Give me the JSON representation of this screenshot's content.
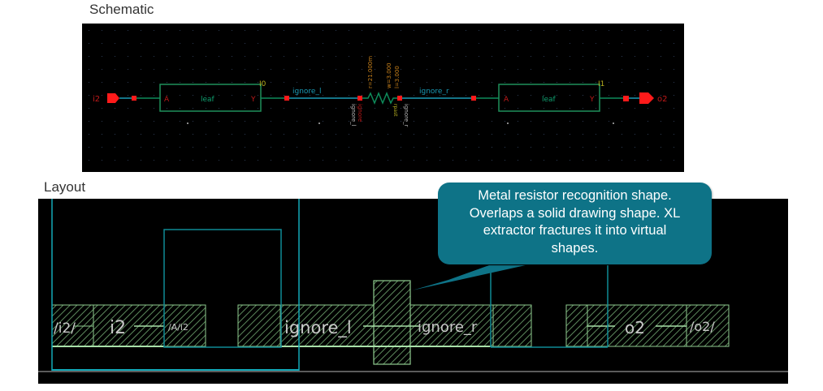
{
  "labels": {
    "schematic": "Schematic",
    "layout": "Layout"
  },
  "colors": {
    "canvas_bg": "#000000",
    "wire_green": "#0e8a5a",
    "net_blue": "#1a9ab5",
    "pin_red": "#ff1a1a",
    "instance_box": "#1f8f5a",
    "instance_label": "#0fa070",
    "pin_text": "#c21a1a",
    "inst_name": "#b8b020",
    "param_orange": "#c8801a",
    "layout_cyan": "#12a9b8",
    "metal_green": "#8fcc8f",
    "callout_bg": "#0e7387"
  },
  "schematic": {
    "input_pin": "i2",
    "output_pin": "o2",
    "instances": [
      {
        "name": "I0",
        "cell": "leaf",
        "in_pin": "A",
        "out_pin": "Y"
      },
      {
        "name": "I1",
        "cell": "leaf",
        "in_pin": "A",
        "out_pin": "Y"
      }
    ],
    "nets": {
      "left": "ignore_l",
      "right": "ignore_r"
    },
    "resistor": {
      "params": [
        "r=21.000m",
        "w=3.000",
        "l=3.000"
      ],
      "bottom_labels": {
        "left_term": "ignore_l",
        "left_net": "ignore",
        "right_small": "rpast",
        "right_term": "ignore_r"
      }
    }
  },
  "layout": {
    "shape_labels": [
      "/i2/",
      "i2",
      "/A/i2",
      "ignore_l",
      "ignore_r",
      "o2",
      "/o2/"
    ]
  },
  "callout": {
    "lines": [
      "Metal resistor recognition shape.",
      "Overlaps a solid drawing shape. XL",
      "extractor fractures it into virtual",
      "shapes."
    ]
  }
}
